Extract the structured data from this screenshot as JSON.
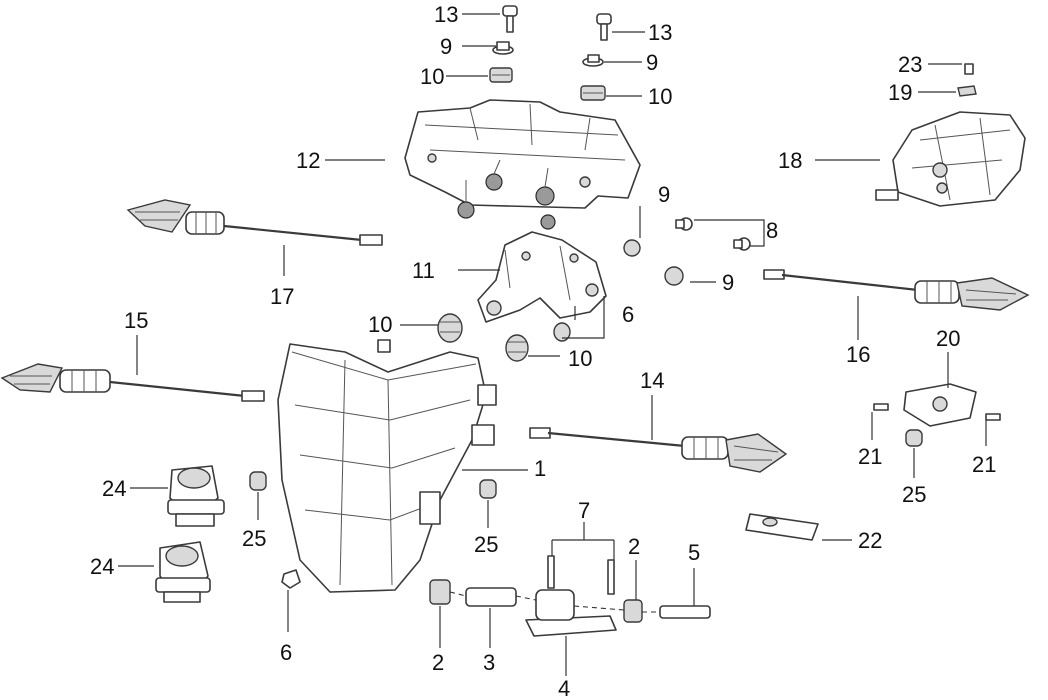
{
  "callouts": {
    "c1": "1",
    "c2a": "2",
    "c2b": "2",
    "c3": "3",
    "c4": "4",
    "c5": "5",
    "c6a": "6",
    "c6b": "6",
    "c7": "7",
    "c8": "8",
    "c9a": "9",
    "c9b": "9",
    "c9c": "9",
    "c9d": "9",
    "c10a": "10",
    "c10b": "10",
    "c10c": "10",
    "c10d": "10",
    "c11": "11",
    "c12": "12",
    "c13a": "13",
    "c13b": "13",
    "c14": "14",
    "c15": "15",
    "c16": "16",
    "c17": "17",
    "c18": "18",
    "c19": "19",
    "c20": "20",
    "c21a": "21",
    "c21b": "21",
    "c22": "22",
    "c23": "23",
    "c24a": "24",
    "c24b": "24",
    "c25a": "25",
    "c25b": "25",
    "c25c": "25"
  },
  "colors": {
    "line": "#3a3a3a",
    "text": "#111111",
    "background": "#ffffff"
  }
}
